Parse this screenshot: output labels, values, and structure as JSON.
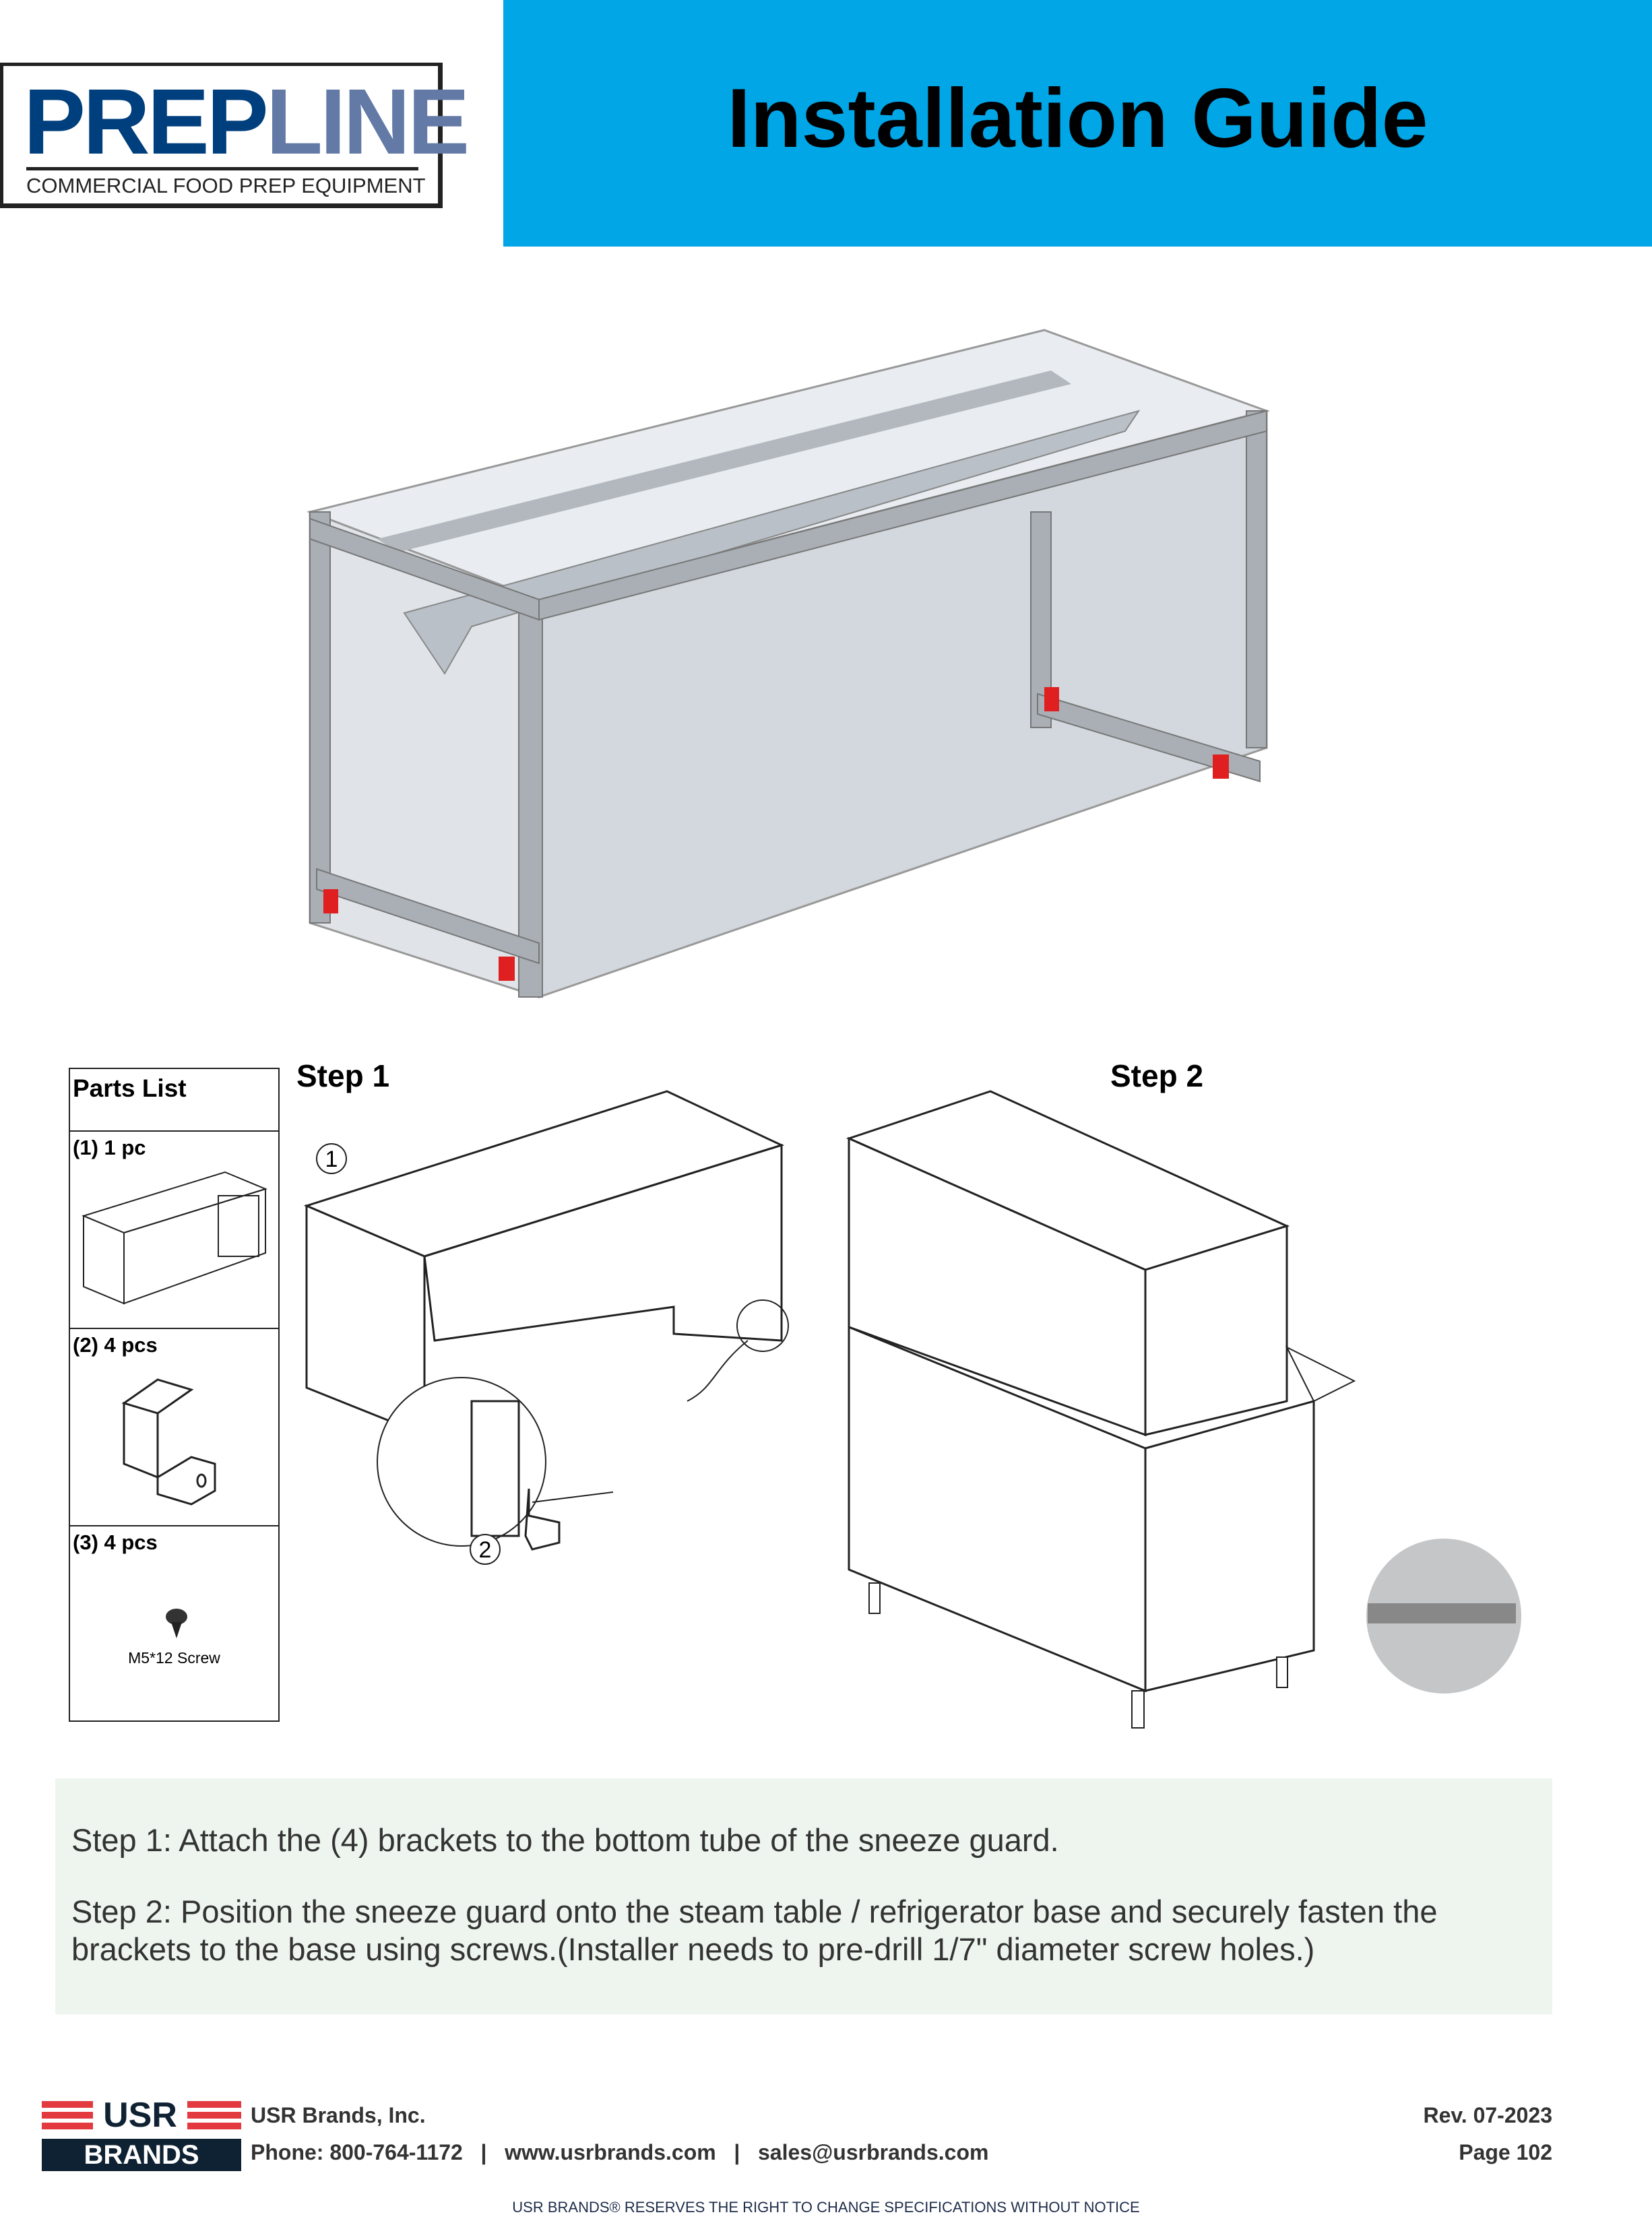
{
  "logo": {
    "word_part1": "PREP",
    "word_part2": "LINE",
    "tagline": "COMMERCIAL FOOD PREP EQUIPMENT"
  },
  "header": {
    "title": "Installation Guide",
    "color": "#00a6e6"
  },
  "parts_list": {
    "title": "Parts List",
    "items": [
      {
        "label": "(1) 1 pc",
        "icon": "sneeze-guard-frame"
      },
      {
        "label": "(2) 4 pcs",
        "icon": "bracket"
      },
      {
        "label": "(3) 4 pcs",
        "icon": "screw",
        "caption": "M5*12 Screw"
      }
    ]
  },
  "steps": {
    "step1_label": "Step 1",
    "step2_label": "Step 2",
    "callout1": "1",
    "callout2": "2"
  },
  "notes": {
    "step1": "Step 1: Attach the (4) brackets to the bottom tube of the sneeze guard.",
    "step2": "Step 2: Position the sneeze guard onto the steam table / refrigerator base and securely fasten the brackets to the base using screws.(Installer needs to pre-drill 1/7\" diameter screw holes.)"
  },
  "footer": {
    "logo_top": "USR",
    "logo_bottom": "BRANDS",
    "company": "USR Brands, Inc.",
    "phone": "Phone: 800-764-1172",
    "sep": "|",
    "website": "www.usrbrands.com",
    "email": "sales@usrbrands.com",
    "revision": "Rev. 07-2023",
    "page": "Page 102",
    "disclaimer": "USR BRANDS® RESERVES THE RIGHT TO CHANGE SPECIFICATIONS WITHOUT NOTICE"
  }
}
